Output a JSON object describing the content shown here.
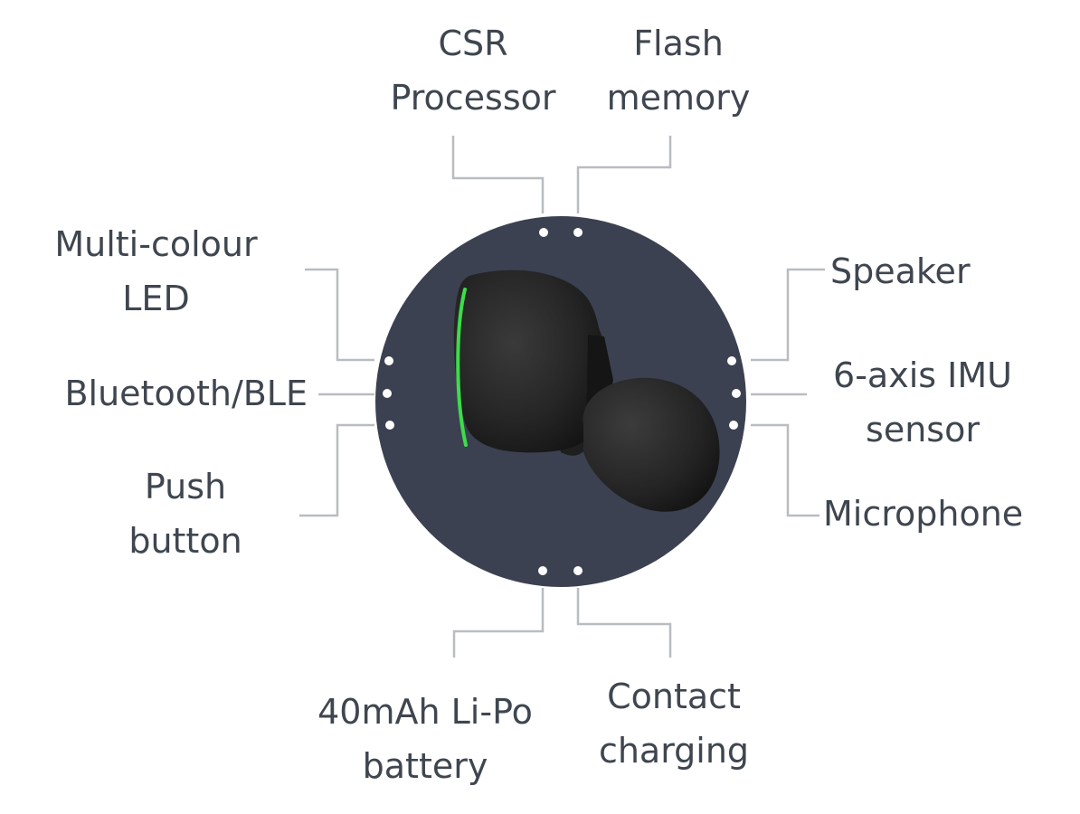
{
  "colors": {
    "disc": "#3b4150",
    "dot": "#ffffff",
    "leader_line": "#b9bcc0",
    "label_text": "#3f4650",
    "earbud": "#262626",
    "led_ring": "#3ddc4a"
  },
  "components": {
    "csr_processor": {
      "line1": "CSR",
      "line2": "Processor"
    },
    "flash_memory": {
      "line1": "Flash",
      "line2": "memory"
    },
    "multi_colour_led": {
      "line1": "Multi-colour",
      "line2": "LED"
    },
    "bluetooth_ble": {
      "line1": "Bluetooth/BLE"
    },
    "push_button": {
      "line1": "Push",
      "line2": "button"
    },
    "speaker": {
      "line1": "Speaker"
    },
    "imu_sensor": {
      "line1": "6-axis IMU",
      "line2": "sensor"
    },
    "microphone": {
      "line1": "Microphone"
    },
    "battery": {
      "line1": "40mAh Li-Po",
      "line2": "battery"
    },
    "contact_charging": {
      "line1": "Contact",
      "line2": "charging"
    }
  }
}
